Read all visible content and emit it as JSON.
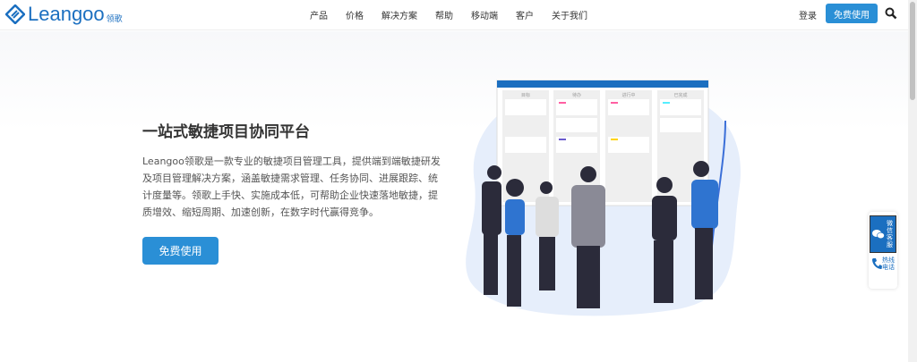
{
  "header": {
    "logo_text": "Leangoo",
    "logo_sub": "领歌",
    "nav": [
      "产品",
      "价格",
      "解决方案",
      "帮助",
      "移动端",
      "客户",
      "关于我们"
    ],
    "login": "登录",
    "free_button": "免费使用",
    "search_icon": "search-icon"
  },
  "hero": {
    "title": "一站式敏捷项目协同平台",
    "description": "Leangoo领歌是一款专业的敏捷项目管理工具，提供端到端敏捷研发及项目管理解决方案，涵盖敏捷需求管理、任务协同、进展跟踪、统计度量等。领歌上手快、实施成本低，可帮助企业快速落地敏捷，提质增效、缩短周期、加速创新，在数字时代赢得竞争。",
    "cta": "免费使用",
    "board_columns": [
      "目标",
      "待办",
      "进行中",
      "已完成"
    ]
  },
  "side": {
    "wechat": "微信客服",
    "hotline": "热线电话"
  },
  "colors": {
    "brand": "#1b6fc0",
    "button": "#2a8fd6"
  }
}
